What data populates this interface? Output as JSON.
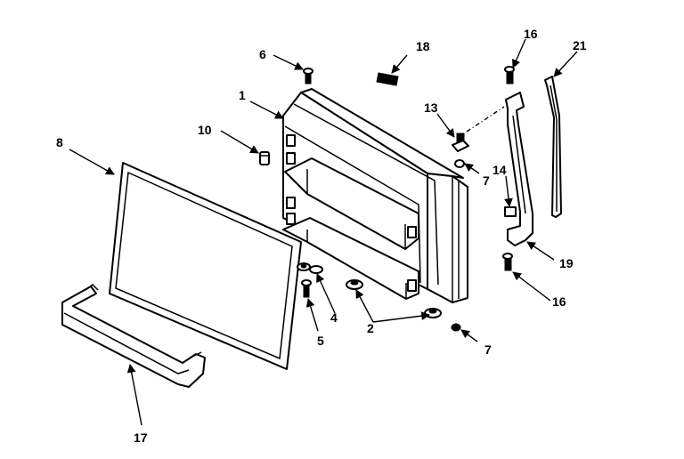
{
  "callouts": {
    "c1": "1",
    "c2": "2",
    "c4": "4",
    "c5": "5",
    "c6": "6",
    "c7a": "7",
    "c7b": "7",
    "c8": "8",
    "c10": "10",
    "c13": "13",
    "c14": "14",
    "c16a": "16",
    "c16b": "16",
    "c17": "17",
    "c18": "18",
    "c19": "19",
    "c21": "21"
  }
}
